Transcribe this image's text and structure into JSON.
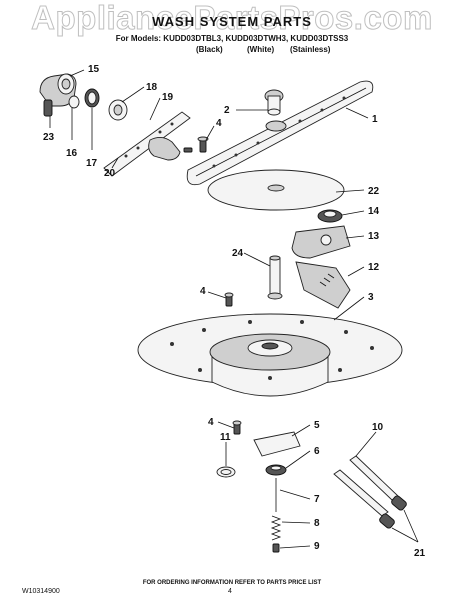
{
  "watermark": "AppliancePartsPros.com",
  "header": {
    "title": "WASH SYSTEM PARTS",
    "models": "For Models: KUDD03DTBL3, KUDD03DTWH3, KUDD03DTSS3",
    "colors": [
      "(Black)",
      "(White)",
      "(Stainless)"
    ]
  },
  "callouts": {
    "c1": "1",
    "c2": "2",
    "c3": "3",
    "c4a": "4",
    "c4b": "4",
    "c4c": "4",
    "c5": "5",
    "c6": "6",
    "c7": "7",
    "c8": "8",
    "c9": "9",
    "c10": "10",
    "c11": "11",
    "c12": "12",
    "c13": "13",
    "c14": "14",
    "c15": "15",
    "c16": "16",
    "c17": "17",
    "c18": "18",
    "c19": "19",
    "c20": "20",
    "c21": "21",
    "c22": "22",
    "c23": "23",
    "c24": "24"
  },
  "footer": {
    "note": "FOR ORDERING INFORMATION REFER TO PARTS PRICE LIST",
    "doc_number": "W10314900",
    "page": "4"
  }
}
